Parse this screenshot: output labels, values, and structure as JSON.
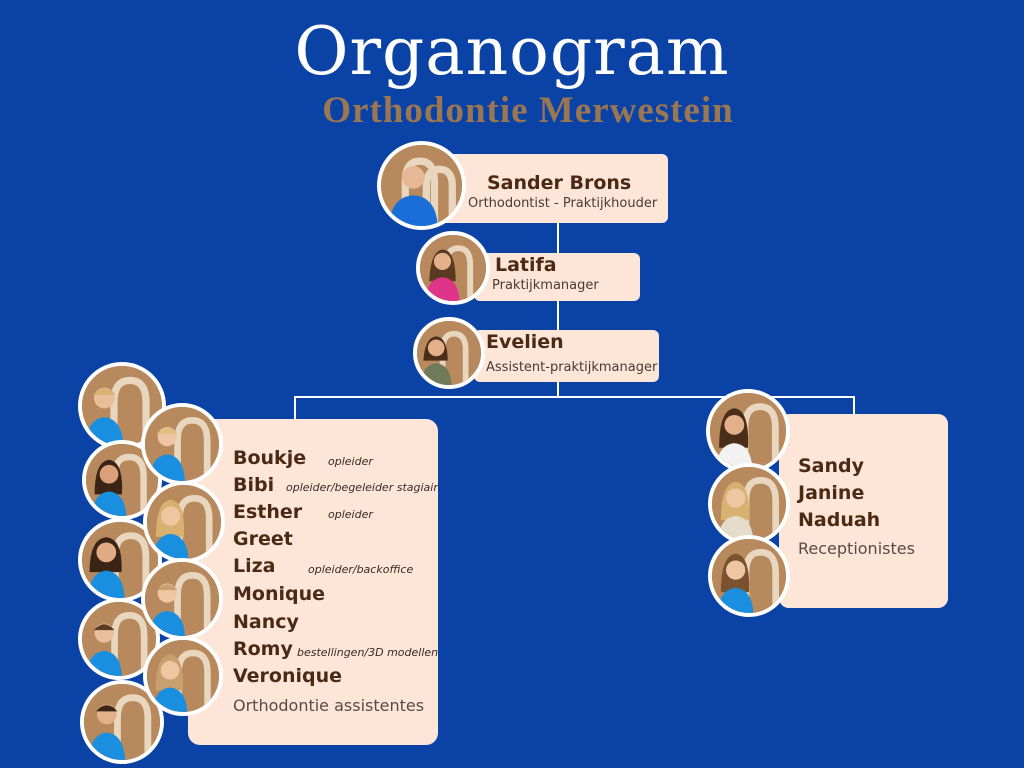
{
  "header": {
    "title": "Organogram",
    "subtitle": "Orthodontie Merwestein"
  },
  "colors": {
    "background": "#0b42a6",
    "box": "#fde6d8",
    "subtitle": "#9a7752",
    "name_text": "#4a2a14",
    "shirt_blue": "#1a8fe0"
  },
  "management": [
    {
      "name": "Sander Brons",
      "role": "Orthodontist - Praktijkhouder"
    },
    {
      "name": "Latifa",
      "role": "Praktijkmanager"
    },
    {
      "name": "Evelien",
      "role": "Assistent-praktijkmanager"
    }
  ],
  "assistants": {
    "members": [
      {
        "name": "Boukje",
        "note": "opleider"
      },
      {
        "name": "Bibi",
        "note": "opleider/begeleider stagiair"
      },
      {
        "name": "Esther",
        "note": "opleider"
      },
      {
        "name": "Greet",
        "note": ""
      },
      {
        "name": "Liza",
        "note": "opleider/backoffice"
      },
      {
        "name": "Monique",
        "note": ""
      },
      {
        "name": "Nancy",
        "note": ""
      },
      {
        "name": "Romy",
        "note": "bestellingen/3D modellen"
      },
      {
        "name": "Veronique",
        "note": ""
      }
    ],
    "group_label": "Orthodontie assistentes"
  },
  "reception": {
    "members": [
      {
        "name": "Sandy"
      },
      {
        "name": "Janine"
      },
      {
        "name": "Naduah"
      }
    ],
    "group_label": "Receptionistes"
  }
}
